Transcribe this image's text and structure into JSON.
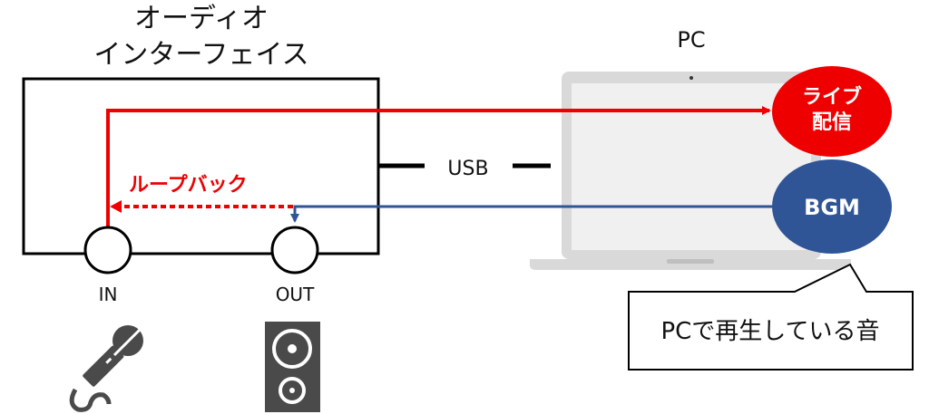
{
  "interface": {
    "title_line1": "オーディオ",
    "title_line2": "インターフェイス",
    "port_in_label": "IN",
    "port_out_label": "OUT",
    "loopback_label": "ループバック"
  },
  "connection": {
    "usb_label": "USB"
  },
  "pc": {
    "title": "PC",
    "live_stream_label_line1": "ライブ",
    "live_stream_label_line2": "配信",
    "bgm_label": "BGM",
    "callout_text": "PCで再生している音"
  },
  "icons": {
    "microphone": "microphone-icon",
    "speaker": "speaker-icon",
    "laptop": "laptop-icon"
  },
  "colors": {
    "red": "#ee0000",
    "blue": "#2f5597",
    "dark_icon": "#4a4a4a",
    "laptop_frame": "#d9d9d9",
    "laptop_screen": "#f0f0f0"
  }
}
